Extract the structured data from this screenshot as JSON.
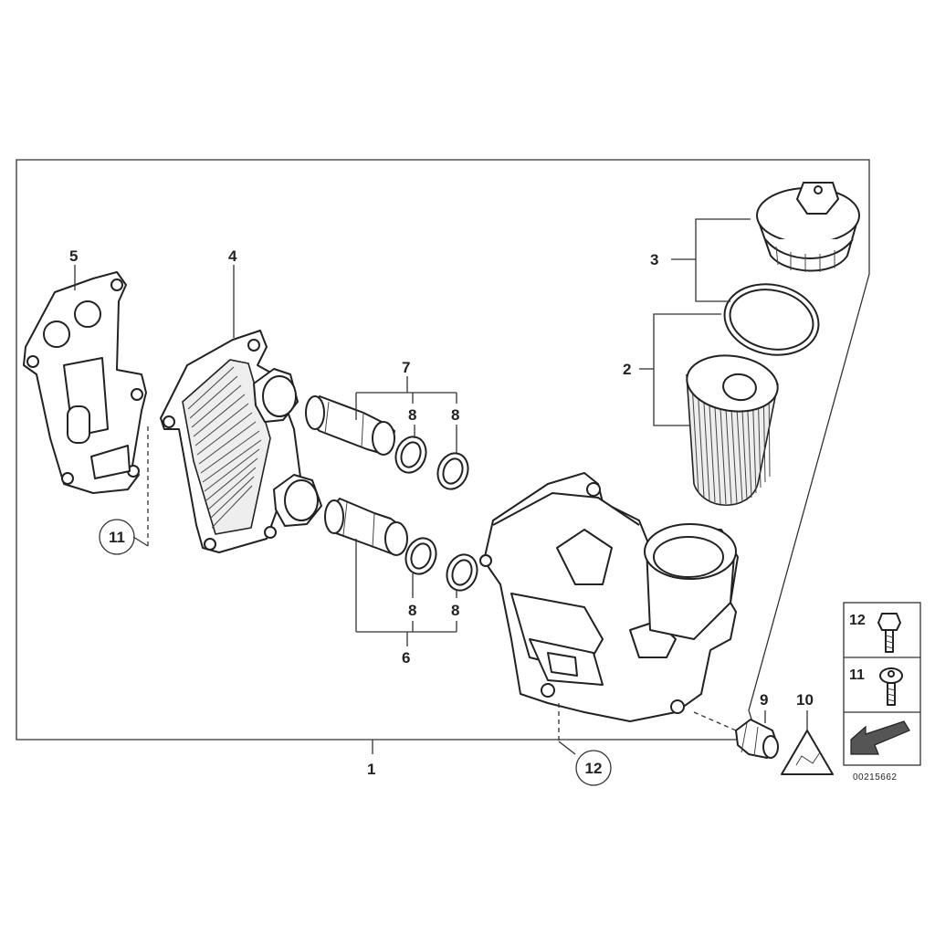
{
  "labels": {
    "l1": "1",
    "l2": "2",
    "l3": "3",
    "l4": "4",
    "l5": "5",
    "l6": "6",
    "l7": "7",
    "l8a": "8",
    "l8b": "8",
    "l8c": "8",
    "l8d": "8",
    "l9": "9",
    "l10": "10",
    "l11": "11",
    "l12": "12",
    "legend11": "11",
    "legend12": "12"
  },
  "reference_number": "00215662"
}
